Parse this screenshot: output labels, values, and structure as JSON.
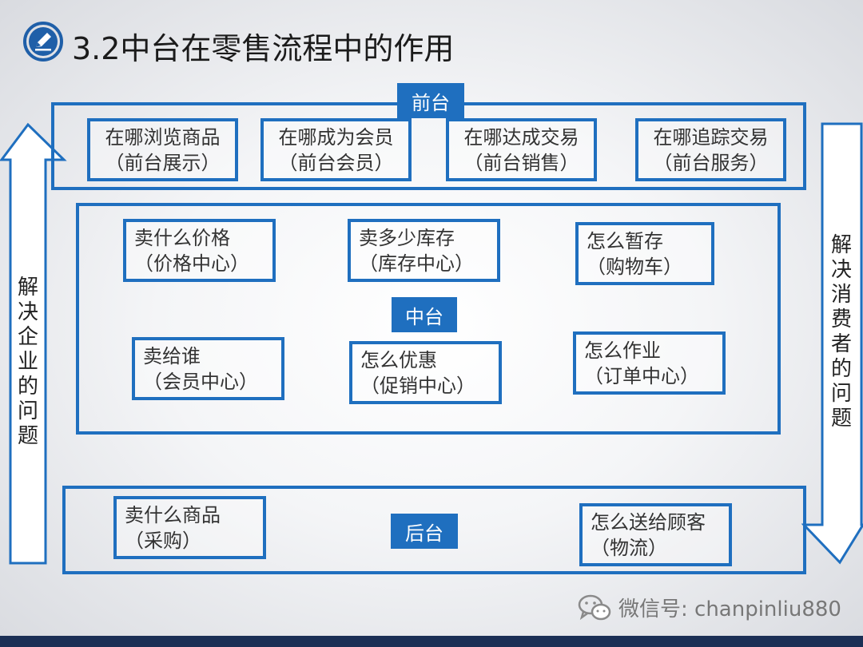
{
  "title": "3.2中台在零售流程中的作用",
  "front": {
    "tag": "前台",
    "boxes": [
      {
        "line1": "在哪浏览商品",
        "line2": "（前台展示）"
      },
      {
        "line1": "在哪成为会员",
        "line2": "（前台会员）"
      },
      {
        "line1": "在哪达成交易",
        "line2": "（前台销售）"
      },
      {
        "line1": "在哪追踪交易",
        "line2": "（前台服务）"
      }
    ]
  },
  "middle": {
    "tag": "中台",
    "boxes": [
      {
        "line1": "卖什么价格",
        "line2": "（价格中心）"
      },
      {
        "line1": "卖多少库存",
        "line2": "（库存中心）"
      },
      {
        "line1": "怎么暂存",
        "line2": "（购物车）"
      },
      {
        "line1": "卖给谁",
        "line2": "（会员中心）"
      },
      {
        "line1": "怎么优惠",
        "line2": "（促销中心）"
      },
      {
        "line1": "怎么作业",
        "line2": "（订单中心）"
      }
    ]
  },
  "back": {
    "tag": "后台",
    "boxes": [
      {
        "line1": "卖什么商品",
        "line2": "（采购）"
      },
      {
        "line1": "怎么送给顾客",
        "line2": "（物流）"
      }
    ]
  },
  "left_arrow_text": [
    "解",
    "决",
    "企",
    "业",
    "的",
    "问",
    "题"
  ],
  "right_arrow_text": [
    "解",
    "决",
    "消",
    "费",
    "者",
    "的",
    "问",
    "题"
  ],
  "watermark": "微信号: chanpinliu880",
  "colors": {
    "accent": "#1f6fbf",
    "footer": "#1b2f55"
  }
}
